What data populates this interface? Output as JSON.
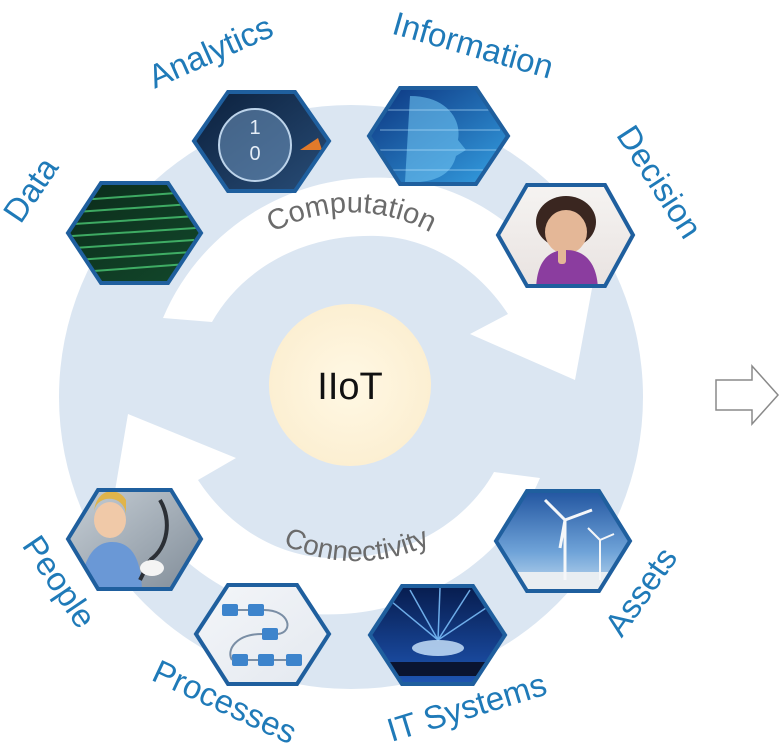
{
  "center": {
    "label": "IIoT"
  },
  "arrows": {
    "top_label": "Computation",
    "bottom_label": "Connectivity"
  },
  "colors": {
    "ring": "#dbe6f2",
    "center_fill": "#fdf1d6",
    "label_blue": "#1f7ab8",
    "hex_border": "#1f5f9e",
    "arc_label_gray": "#6b6b6b"
  },
  "nodes": [
    {
      "label": "Data",
      "image": "matrix-code-screen"
    },
    {
      "label": "Analytics",
      "image": "binary-sphere"
    },
    {
      "label": "Information",
      "image": "digital-face"
    },
    {
      "label": "Decision",
      "image": "thinking-girl"
    },
    {
      "label": "Assets",
      "image": "wind-turbines"
    },
    {
      "label": "IT Systems",
      "image": "data-center-lights"
    },
    {
      "label": "Processes",
      "image": "process-flowchart"
    },
    {
      "label": "People",
      "image": "worker-with-machine"
    }
  ],
  "side_arrow": {
    "icon": "right-arrow-outline-icon"
  }
}
